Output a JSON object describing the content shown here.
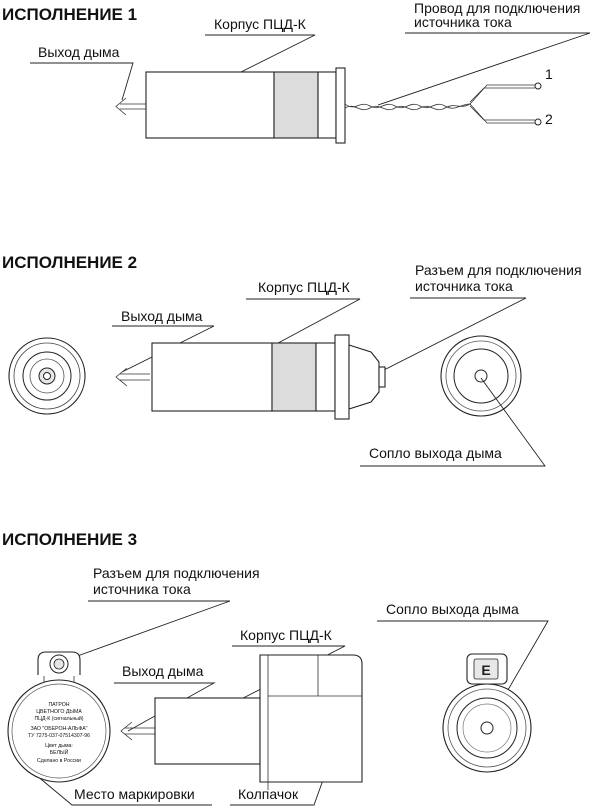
{
  "section1": {
    "title": "ИСПОЛНЕНИЕ 1",
    "label_smoke_out": "Выход дыма",
    "label_body": "Корпус ПЦД-К",
    "label_wire_line1": "Провод для подключения",
    "label_wire_line2": "источника тока",
    "terminal_1": "1",
    "terminal_2": "2"
  },
  "section2": {
    "title": "ИСПОЛНЕНИЕ 2",
    "label_smoke_out": "Выход дыма",
    "label_body": "Корпус ПЦД-К",
    "label_connector_line1": "Разъем для подключения",
    "label_connector_line2": "источника тока",
    "label_nozzle": "Сопло выхода дыма"
  },
  "section3": {
    "title": "ИСПОЛНЕНИЕ 3",
    "label_connector_line1": "Разъем для подключения",
    "label_connector_line2": "источника тока",
    "label_body": "Корпус ПЦД-К",
    "label_smoke_out": "Выход дыма",
    "label_nozzle": "Сопло выхода дыма",
    "label_marking": "Место маркировки",
    "label_cap": "Колпачок",
    "marking_text": [
      "ПАТРОН",
      "ЦВЕТНОГО ДЫМА",
      "ПЦД-К (сигнальный)",
      "ЗАО \"ОБЕРОН-АЛЬФА\"",
      "ТУ 7275-037-07514307-96",
      "Цвет дыма:",
      "БЕЛЫЙ",
      "Сделано в России"
    ]
  }
}
